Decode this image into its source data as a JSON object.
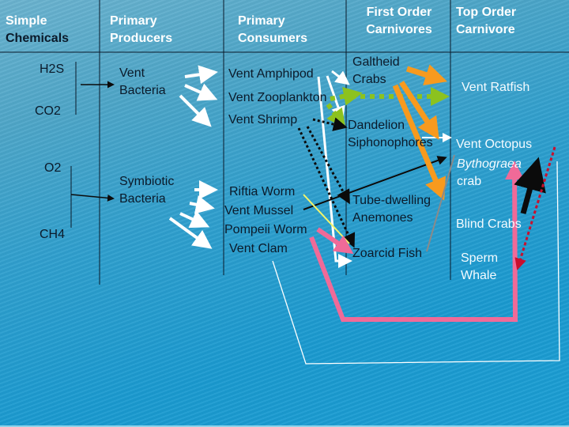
{
  "headers": {
    "simple_chemicals": [
      "Simple",
      "Chemicals"
    ],
    "primary_producers": [
      "Primary",
      "Producers"
    ],
    "primary_consumers": [
      "Primary",
      "Consumers"
    ],
    "first_order": [
      "First Order",
      "Carnivores"
    ],
    "top_order": [
      "Top Order",
      "Carnivore"
    ]
  },
  "chemicals": [
    "H2S",
    "CO2",
    "O2",
    "CH4"
  ],
  "producers": {
    "vent_bacteria": [
      "Vent",
      "Bacteria"
    ],
    "symbiotic_bacteria": [
      "Symbiotic",
      "Bacteria"
    ]
  },
  "consumers": {
    "amphipod": "Vent Amphipod",
    "zooplankton": "Vent Zooplankton",
    "shrimp": "Vent Shrimp",
    "riftia": "Riftia Worm",
    "mussel": "Vent Mussel",
    "pompeii": "Pompeii Worm",
    "clam": "Vent Clam"
  },
  "first_order": {
    "galtheid": [
      "Galtheid",
      "Crabs"
    ],
    "dandelion": [
      "Dandelion",
      "Siphonophores"
    ],
    "tube": [
      "Tube-dwelling",
      "Anemones"
    ],
    "zoarcid": "Zoarcid Fish"
  },
  "top_order": {
    "ratfish": "Vent Ratfish",
    "octopus": "Vent Octopus",
    "bythograea": [
      "Bythograea",
      "crab"
    ],
    "blind_crabs": "Blind Crabs",
    "sperm_whale": [
      "Sperm",
      "Whale"
    ]
  },
  "colors": {
    "orange": "#f79a1e",
    "green": "#8cc21f",
    "pink": "#f06a98",
    "black": "#0b0b0b",
    "white": "#ffffff",
    "red_dotted": "#c8102e",
    "yellow": "#f4f56a",
    "gray": "#8a8a8a"
  }
}
